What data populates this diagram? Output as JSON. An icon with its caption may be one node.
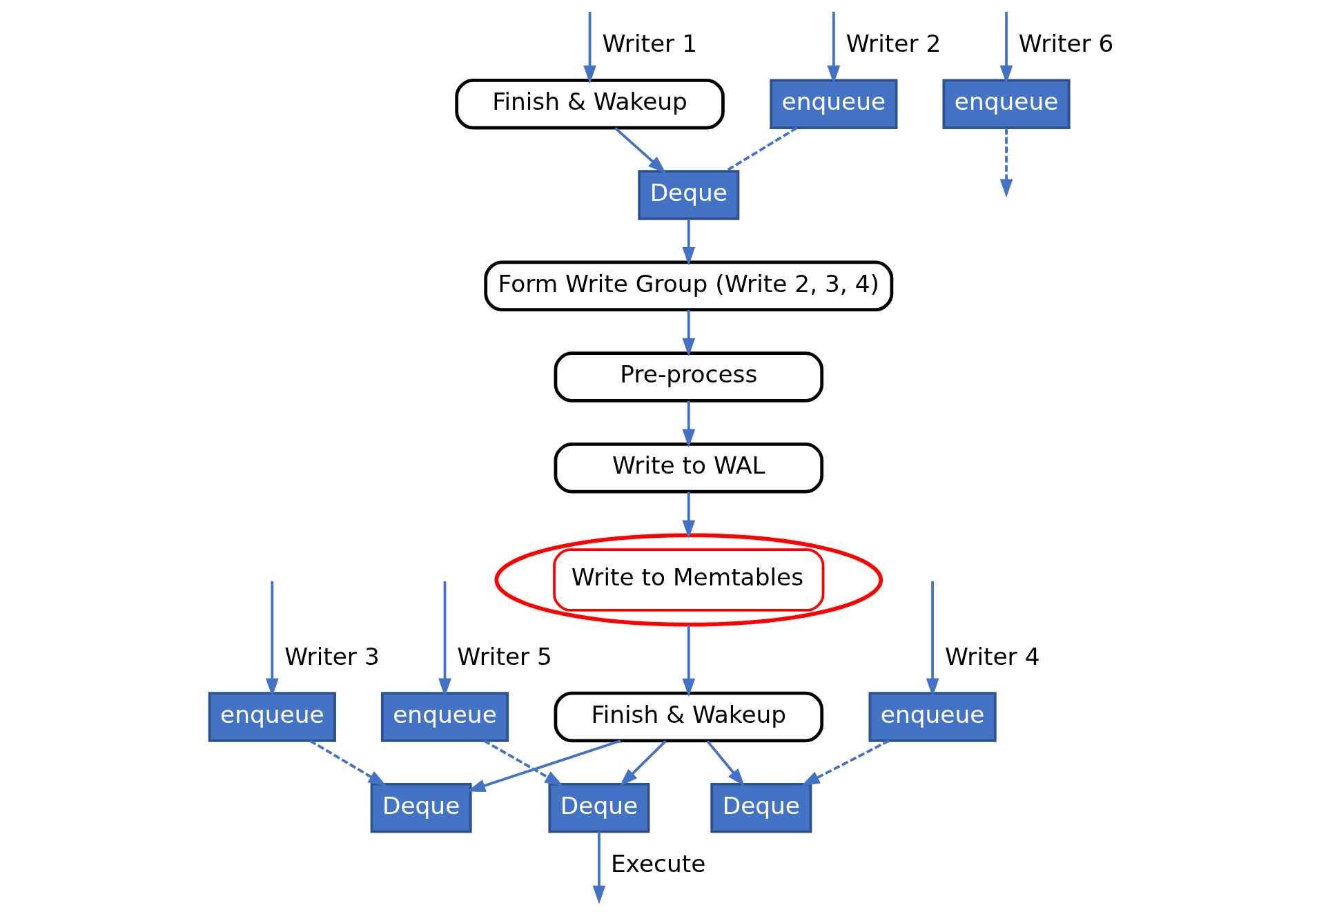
{
  "diagram": {
    "nodes": [
      {
        "text": [
          "Finish & Wakeup"
        ]
      },
      {
        "text": [
          "enqueue"
        ]
      },
      {
        "text": [
          "Deque"
        ]
      },
      {
        "text": [
          "Form Write Group (Write 2, 3, 4)"
        ]
      },
      {
        "text": [
          "Pre-process"
        ]
      },
      {
        "text": [
          "Write to WAL"
        ]
      },
      {
        "text": [
          "Write to Memtables"
        ]
      },
      {
        "text": [
          "Finish & Wakeup"
        ]
      },
      {
        "text": [
          "enqueue"
        ]
      },
      {
        "text": [
          "Deque"
        ]
      },
      {
        "text": [
          "enqueue"
        ]
      },
      {
        "text": [
          "Deque"
        ]
      },
      {
        "text": [
          "enqueue"
        ]
      },
      {
        "text": [
          "Deque"
        ]
      },
      {
        "text": [
          "enqueue"
        ]
      }
    ],
    "edges": [
      {
        "from": null,
        "to": 0,
        "arrow": "to",
        "label": "Writer 1"
      },
      {
        "from": null,
        "to": 1,
        "arrow": "to",
        "label": "Writer 2"
      },
      {
        "from": null,
        "to": 8,
        "arrow": "to",
        "label": "Writer 3"
      },
      {
        "from": null,
        "to": 10,
        "arrow": "to",
        "label": "Writer 4"
      },
      {
        "from": null,
        "to": 12,
        "arrow": "to",
        "label": "Writer 5"
      },
      {
        "from": null,
        "to": 14,
        "arrow": "to",
        "label": "Writer 6"
      },
      {
        "from": 0,
        "to": 2,
        "arrow": "to"
      },
      {
        "from": 1,
        "to": 2,
        "arrow": "none",
        "style": "dashed"
      },
      {
        "from": 2,
        "to": 3,
        "arrow": "to"
      },
      {
        "from": 3,
        "to": 4,
        "arrow": "to"
      },
      {
        "from": 4,
        "to": 5,
        "arrow": "to"
      },
      {
        "from": 5,
        "to": 6,
        "arrow": "to"
      },
      {
        "from": 6,
        "to": 7,
        "arrow": "to"
      },
      {
        "from": 8,
        "to": 9,
        "arrow": "to",
        "style": "dashed"
      },
      {
        "from": 10,
        "to": 11,
        "arrow": "to",
        "style": "dashed"
      },
      {
        "from": 12,
        "to": 13,
        "arrow": "to",
        "style": "dashed"
      },
      {
        "from": 14,
        "to": null,
        "arrow": "to",
        "style": "dashed"
      },
      {
        "from": 7,
        "to": 9,
        "arrow": "to"
      },
      {
        "from": 7,
        "to": 11,
        "arrow": "to"
      },
      {
        "from": 7,
        "to": 13,
        "arrow": "to"
      },
      {
        "from": 13,
        "to": null,
        "arrow": "to",
        "label": "Execute"
      }
    ]
  }
}
